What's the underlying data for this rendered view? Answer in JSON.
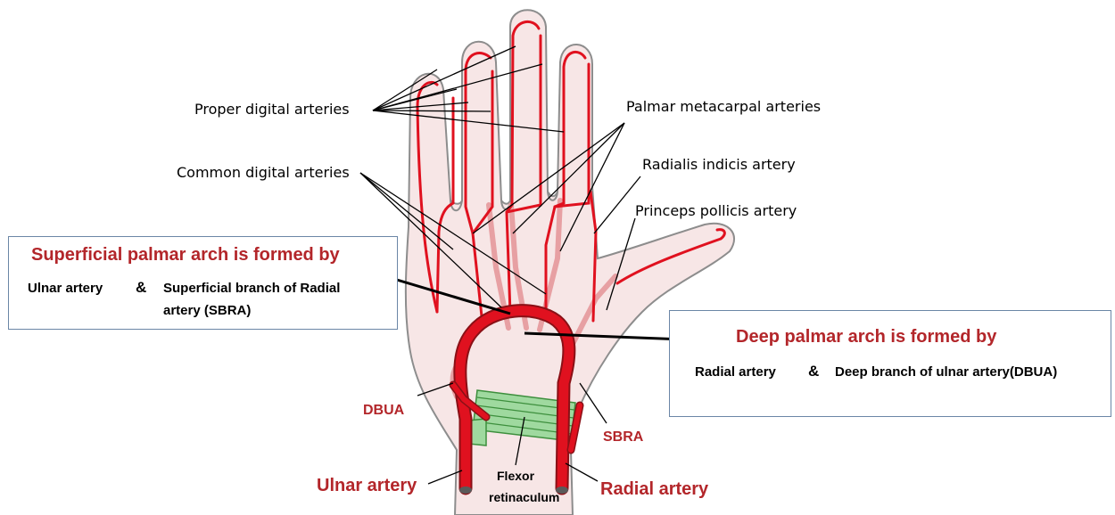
{
  "colors": {
    "artery": "#e0111f",
    "artery_faint": "#e7a0a3",
    "artery_outline": "#8a1016",
    "skin": "#f7e6e6",
    "skin_outline": "#8d8d8d",
    "retinaculum": "#9fd99f",
    "retinaculum_line": "#3d8f3d",
    "label_red": "#b3262a",
    "box_border": "#6b86a6"
  },
  "labels": {
    "proper_digital": "Proper digital arteries",
    "common_digital": "Common digital arteries",
    "palmar_metacarpal": "Palmar metacarpal arteries",
    "radialis_indicis": "Radialis indicis artery",
    "princeps_pollicis": "Princeps pollicis artery",
    "dbua": "DBUA",
    "sbra": "SBRA",
    "ulnar_artery": "Ulnar artery",
    "radial_artery": "Radial artery",
    "flexor_line1": "Flexor",
    "flexor_line2": "retinaculum"
  },
  "superficial_box": {
    "title": "Superficial palmar arch is formed by",
    "item1": "Ulnar artery",
    "amp": "&",
    "item2_line1": "Superficial branch of Radial",
    "item2_line2": "artery (SBRA)"
  },
  "deep_box": {
    "title": "Deep palmar arch is formed by",
    "item1": "Radial artery",
    "amp": "&",
    "item2": "Deep branch of ulnar artery(DBUA)"
  }
}
